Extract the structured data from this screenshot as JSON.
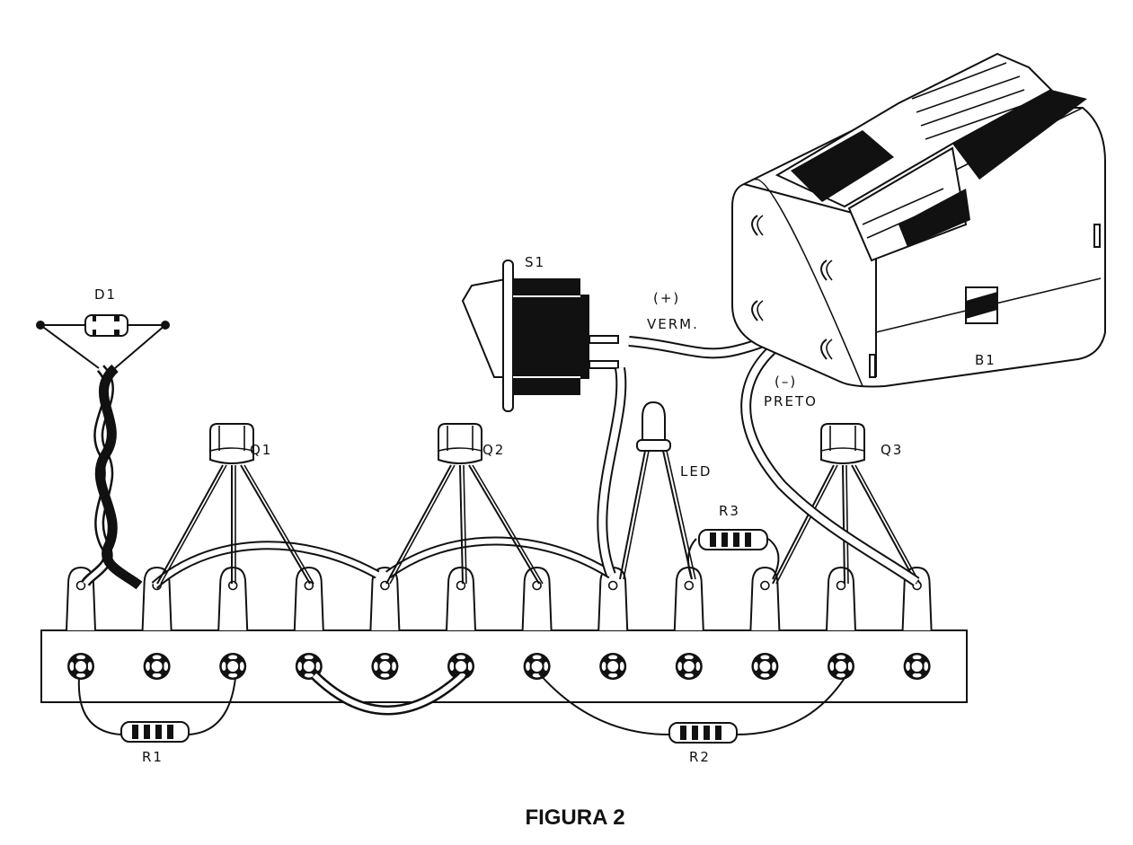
{
  "figure": {
    "caption": "FIGURA 2",
    "components": {
      "d1": "D1",
      "q1": "Q1",
      "q2": "Q2",
      "q3": "Q3",
      "s1": "S1",
      "led": "LED",
      "r1": "R1",
      "r2": "R2",
      "r3": "R3",
      "b1": "B1"
    },
    "wires": {
      "positive_sign": "(+)",
      "positive_color": "VERM.",
      "negative_sign": "(–)",
      "negative_color": "PRETO"
    },
    "terminal_strip": {
      "lug_count": 12
    }
  }
}
